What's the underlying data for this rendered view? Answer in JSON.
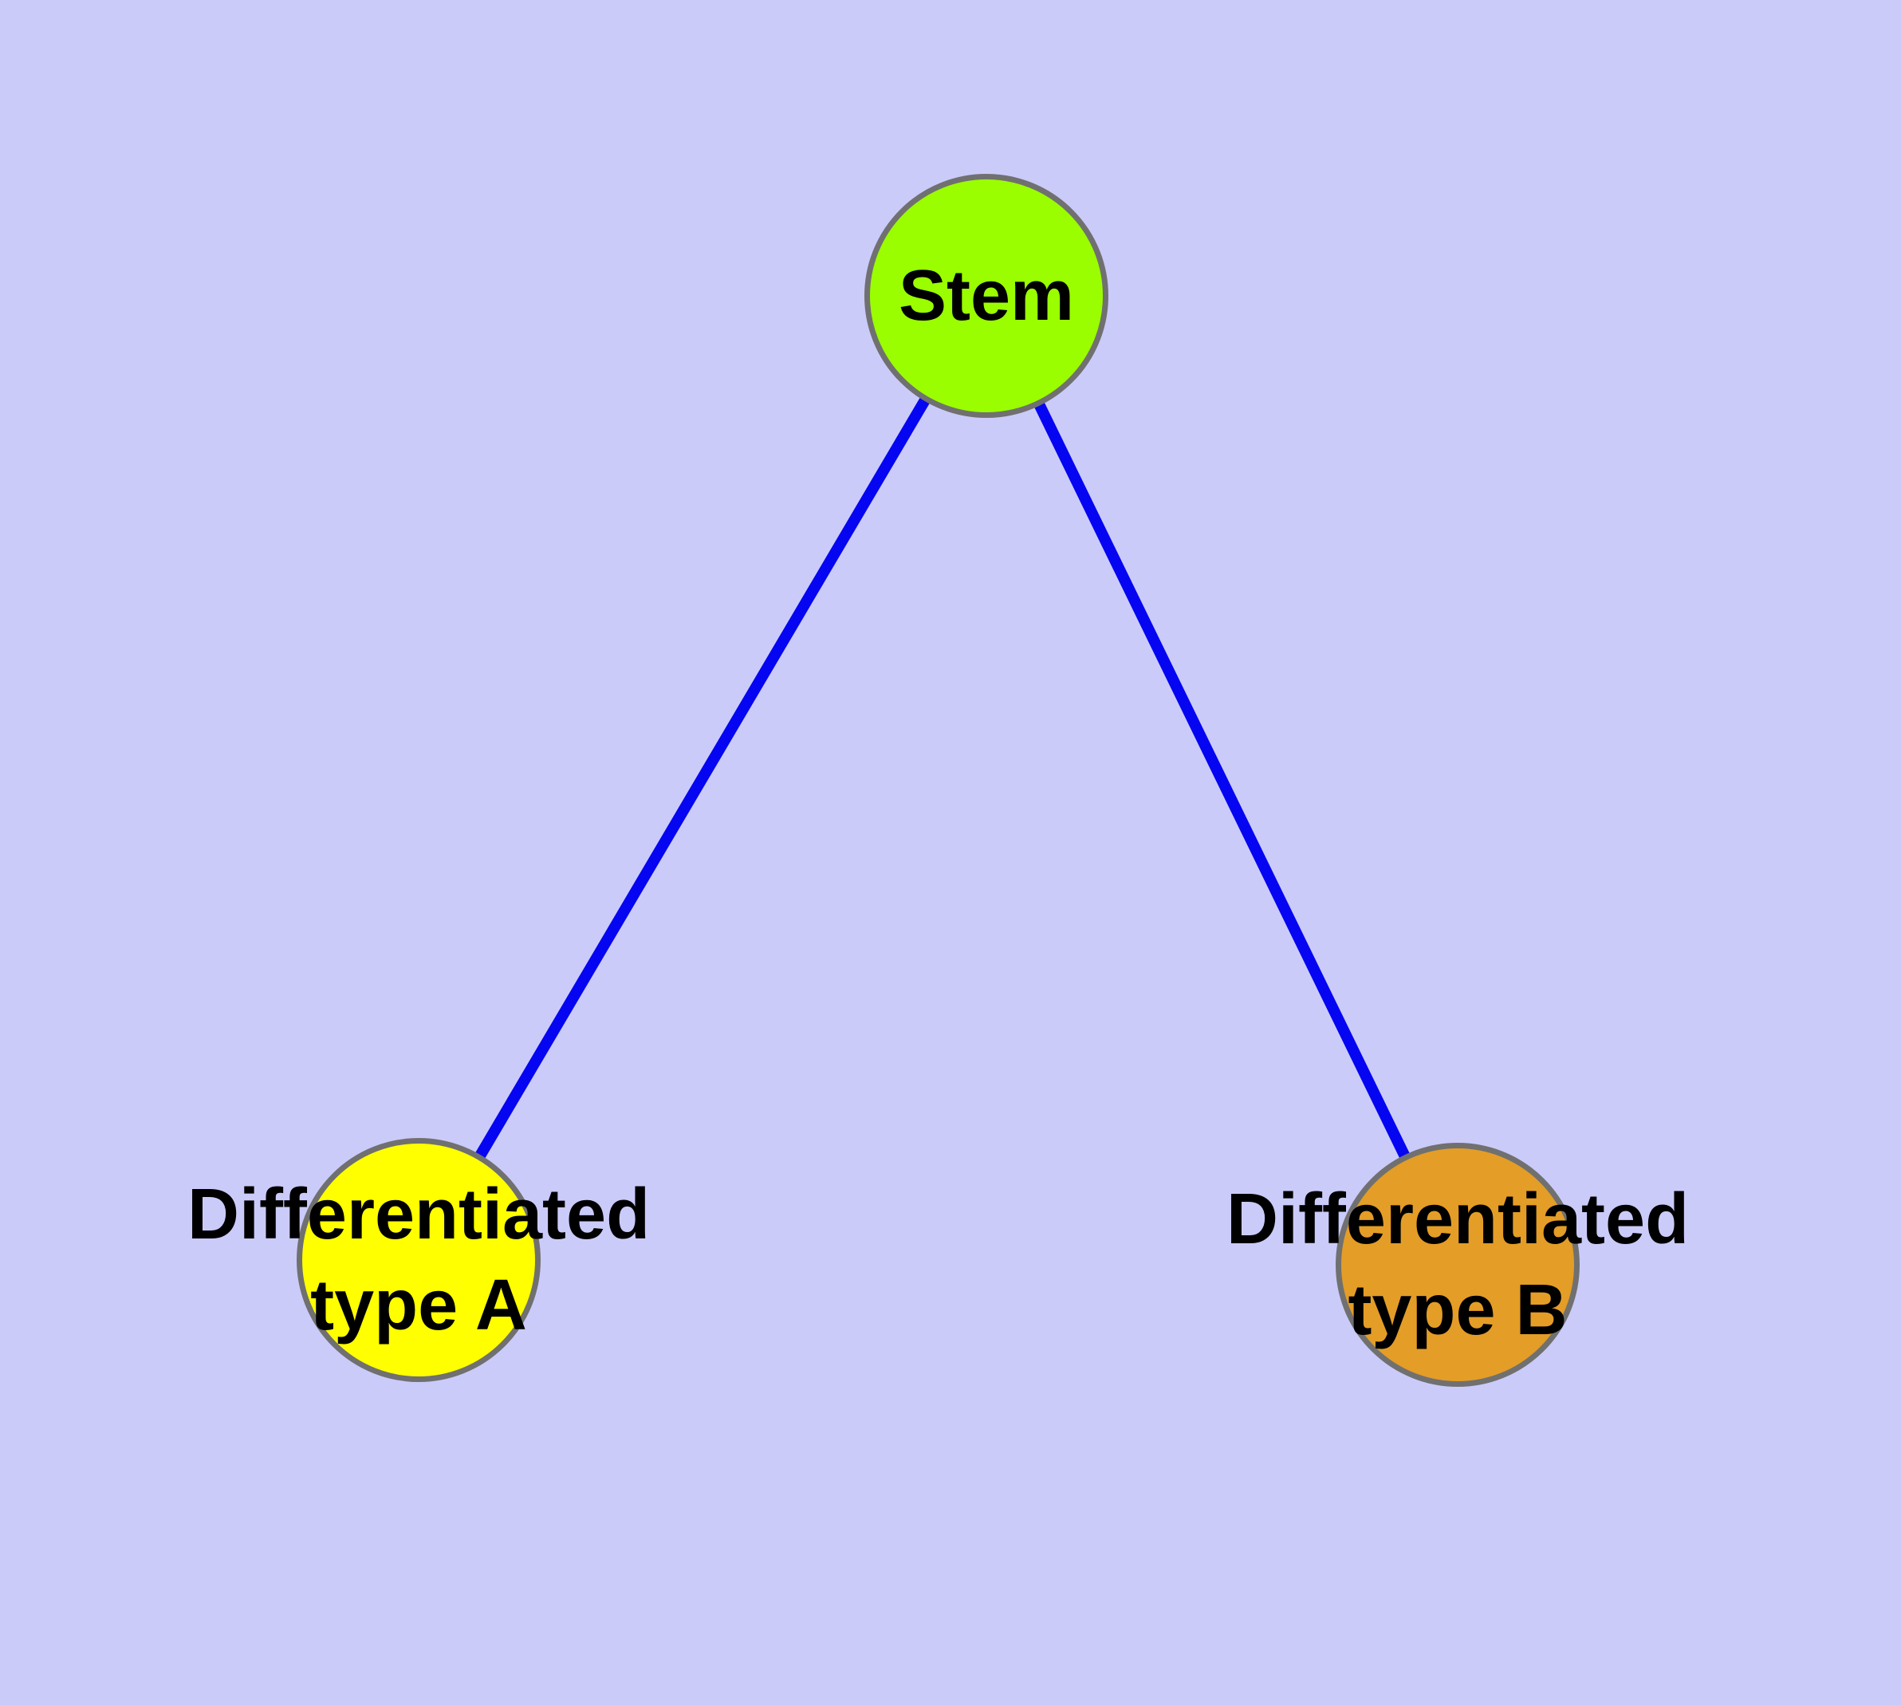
{
  "diagram": {
    "title": "stem-cell-differentiation-graph",
    "background_color": "#CBCBFA",
    "edge_color": "#0505F2",
    "node_border_color": "#707070",
    "label_text_color": "#000000",
    "nodes": [
      {
        "id": "stem",
        "label": "Stem",
        "label_lines": [
          "Stem"
        ],
        "fill": "#9AFE00"
      },
      {
        "id": "type-a",
        "label": "Differentiated type A",
        "label_lines": [
          "Differentiated",
          "type A"
        ],
        "fill": "#FFFF00"
      },
      {
        "id": "type-b",
        "label": "Differentiated type B",
        "label_lines": [
          "Differentiated",
          "type B"
        ],
        "fill": "#E49D26"
      }
    ],
    "edges": [
      {
        "from": "stem",
        "to": "type-a"
      },
      {
        "from": "stem",
        "to": "type-b"
      }
    ]
  }
}
